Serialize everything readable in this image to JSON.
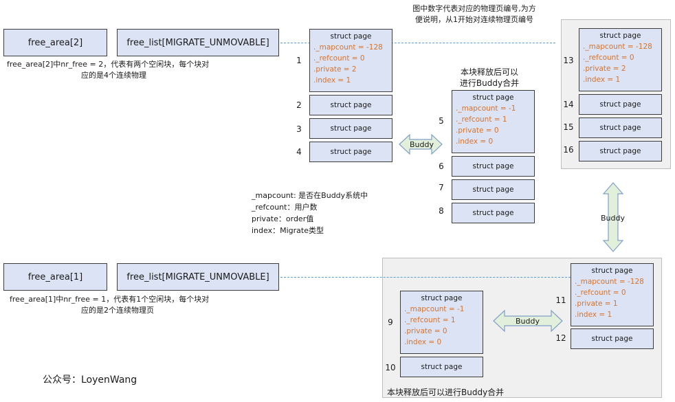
{
  "top_note": [
    "图中数字代表对应的物理页编号,为方",
    "便说明，从1开始对连续物理页编号"
  ],
  "area2": {
    "label": "free_area[2]",
    "list": "free_list[MIGRATE_UNMOVABLE]",
    "desc": [
      "free_area[2]中nr_free = 2，代表有两个空闲块，每个块对",
      "应的是4个连续物理"
    ]
  },
  "area1": {
    "label": "free_area[1]",
    "list": "free_list[MIGRATE_UNMOVABLE]",
    "desc": [
      "free_area[1]中nr_free = 1，代表有1个空闲块，每个块对",
      "应的是2个连续物理页"
    ]
  },
  "struct_label": "struct page",
  "pages": {
    "p1": {
      "num": "1",
      "fields": [
        "._mapcount = -128",
        "._refcount = 0",
        ".private = 2",
        ".index = 1"
      ]
    },
    "p2": {
      "num": "2"
    },
    "p3": {
      "num": "3"
    },
    "p4": {
      "num": "4"
    },
    "p5": {
      "num": "5",
      "fields": [
        "._mapcount = -1",
        "._refcount = 1",
        ".private = 0",
        ".index = 0"
      ]
    },
    "p6": {
      "num": "6"
    },
    "p7": {
      "num": "7"
    },
    "p8": {
      "num": "8"
    },
    "p13": {
      "num": "13",
      "fields": [
        "._mapcount = -128",
        "._refcount = 0",
        ".private = 2",
        ".index = 1"
      ]
    },
    "p14": {
      "num": "14"
    },
    "p15": {
      "num": "15"
    },
    "p16": {
      "num": "16"
    },
    "p9": {
      "num": "9",
      "fields": [
        "._mapcount = -1",
        "._refcount = 1",
        ".private = 0",
        ".index = 0"
      ]
    },
    "p10": {
      "num": "10"
    },
    "p11": {
      "num": "11",
      "fields": [
        "._mapcount = -128",
        "._refcount = 0",
        ".private = 1",
        ".index = 1"
      ]
    },
    "p12": {
      "num": "12"
    }
  },
  "release_note_top": [
    "本块释放后可以",
    "进行Buddy合并"
  ],
  "release_note_bottom": "本块释放后可以进行Buddy合并",
  "buddy_label": "Buddy",
  "legend": [
    "_mapcount: 是否在Buddy系统中",
    "_refcount：用户数",
    "private：order值",
    "index：Migrate类型"
  ],
  "watermark": "公众号：LoyenWang",
  "colors": {
    "page_fill": "#dce3f5",
    "field_text": "#d9722a",
    "dashed_line": "#5b9bd5",
    "arrow_fill": "#e2efda",
    "arrow_stroke": "#7fa0c8",
    "panel_fill": "#f0f0f0"
  }
}
